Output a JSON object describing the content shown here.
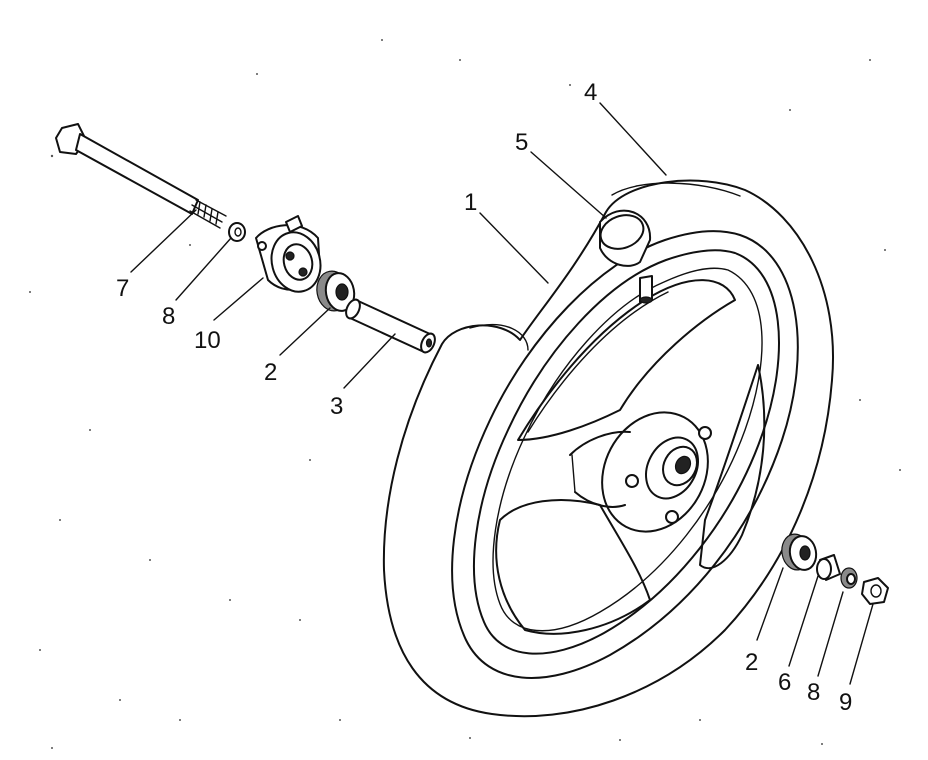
{
  "diagram": {
    "parts": [
      {
        "id": "wheel-rim",
        "callout": "1"
      },
      {
        "id": "bearing-left",
        "callout": "2"
      },
      {
        "id": "spacer-tube",
        "callout": "3"
      },
      {
        "id": "tire",
        "callout": "4"
      },
      {
        "id": "valve-cap",
        "callout": "5"
      },
      {
        "id": "collar",
        "callout": "6"
      },
      {
        "id": "axle-bolt",
        "callout": "7"
      },
      {
        "id": "washer-left",
        "callout": "8"
      },
      {
        "id": "nut",
        "callout": "9"
      },
      {
        "id": "speedometer-gear-box",
        "callout": "10"
      },
      {
        "id": "bearing-right",
        "callout": "2"
      },
      {
        "id": "washer-right",
        "callout": "8"
      }
    ]
  }
}
